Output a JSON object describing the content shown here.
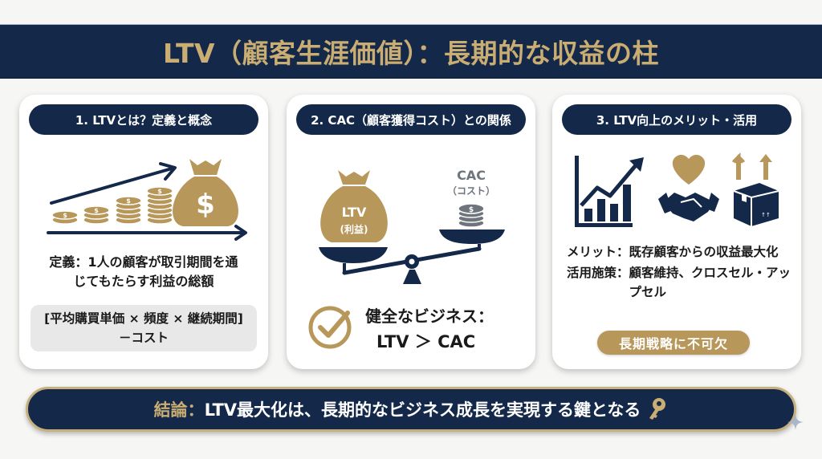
{
  "title": "LTV（顧客生涯価値）：長期的な収益の柱",
  "colors": {
    "navy": "#14284a",
    "gold": "#c9ad72",
    "gold_dark": "#b8975a",
    "formula_bg": "#e8e8e8",
    "gray_coin": "#6f757c"
  },
  "cards": [
    {
      "header": "1. LTVとは？定義と概念",
      "icons": [
        "coin-stacks-icon",
        "money-bag-icon",
        "growth-arrow-icon"
      ],
      "definition_line1": "定義：1人の顧客が取引期間を通",
      "definition_line2": "じてもたらす利益の総額",
      "formula_line1": "[平均購買単価 × 頻度 × 継続期間]",
      "formula_line2": "－コスト"
    },
    {
      "header": "2. CAC（顧客獲得コスト）との関係",
      "icons": [
        "balance-scale-icon",
        "money-bag-icon",
        "coin-stack-icon",
        "check-circle-icon"
      ],
      "ltv_label": "LTV",
      "ltv_sub": "(利益)",
      "cac_label": "CAC",
      "cac_sub": "（コスト）",
      "healthy_line1": "健全なビジネス：",
      "healthy_line2": "LTV ＞ CAC"
    },
    {
      "header": "3. LTV向上のメリット・活用",
      "icons": [
        "growth-chart-icon",
        "handshake-heart-icon",
        "box-upsell-icon"
      ],
      "merit_key": "メリット：",
      "merit_value": "既存顧客からの収益最大化",
      "usage_key": "活用施策：",
      "usage_value": "顧客維持、クロスセル・アップセル",
      "badge": "長期戦略に不可欠"
    }
  ],
  "conclusion": {
    "label": "結論：",
    "text": "LTV最大化は、長期的なビジネス成長を実現する鍵となる",
    "icon": "key-icon"
  }
}
